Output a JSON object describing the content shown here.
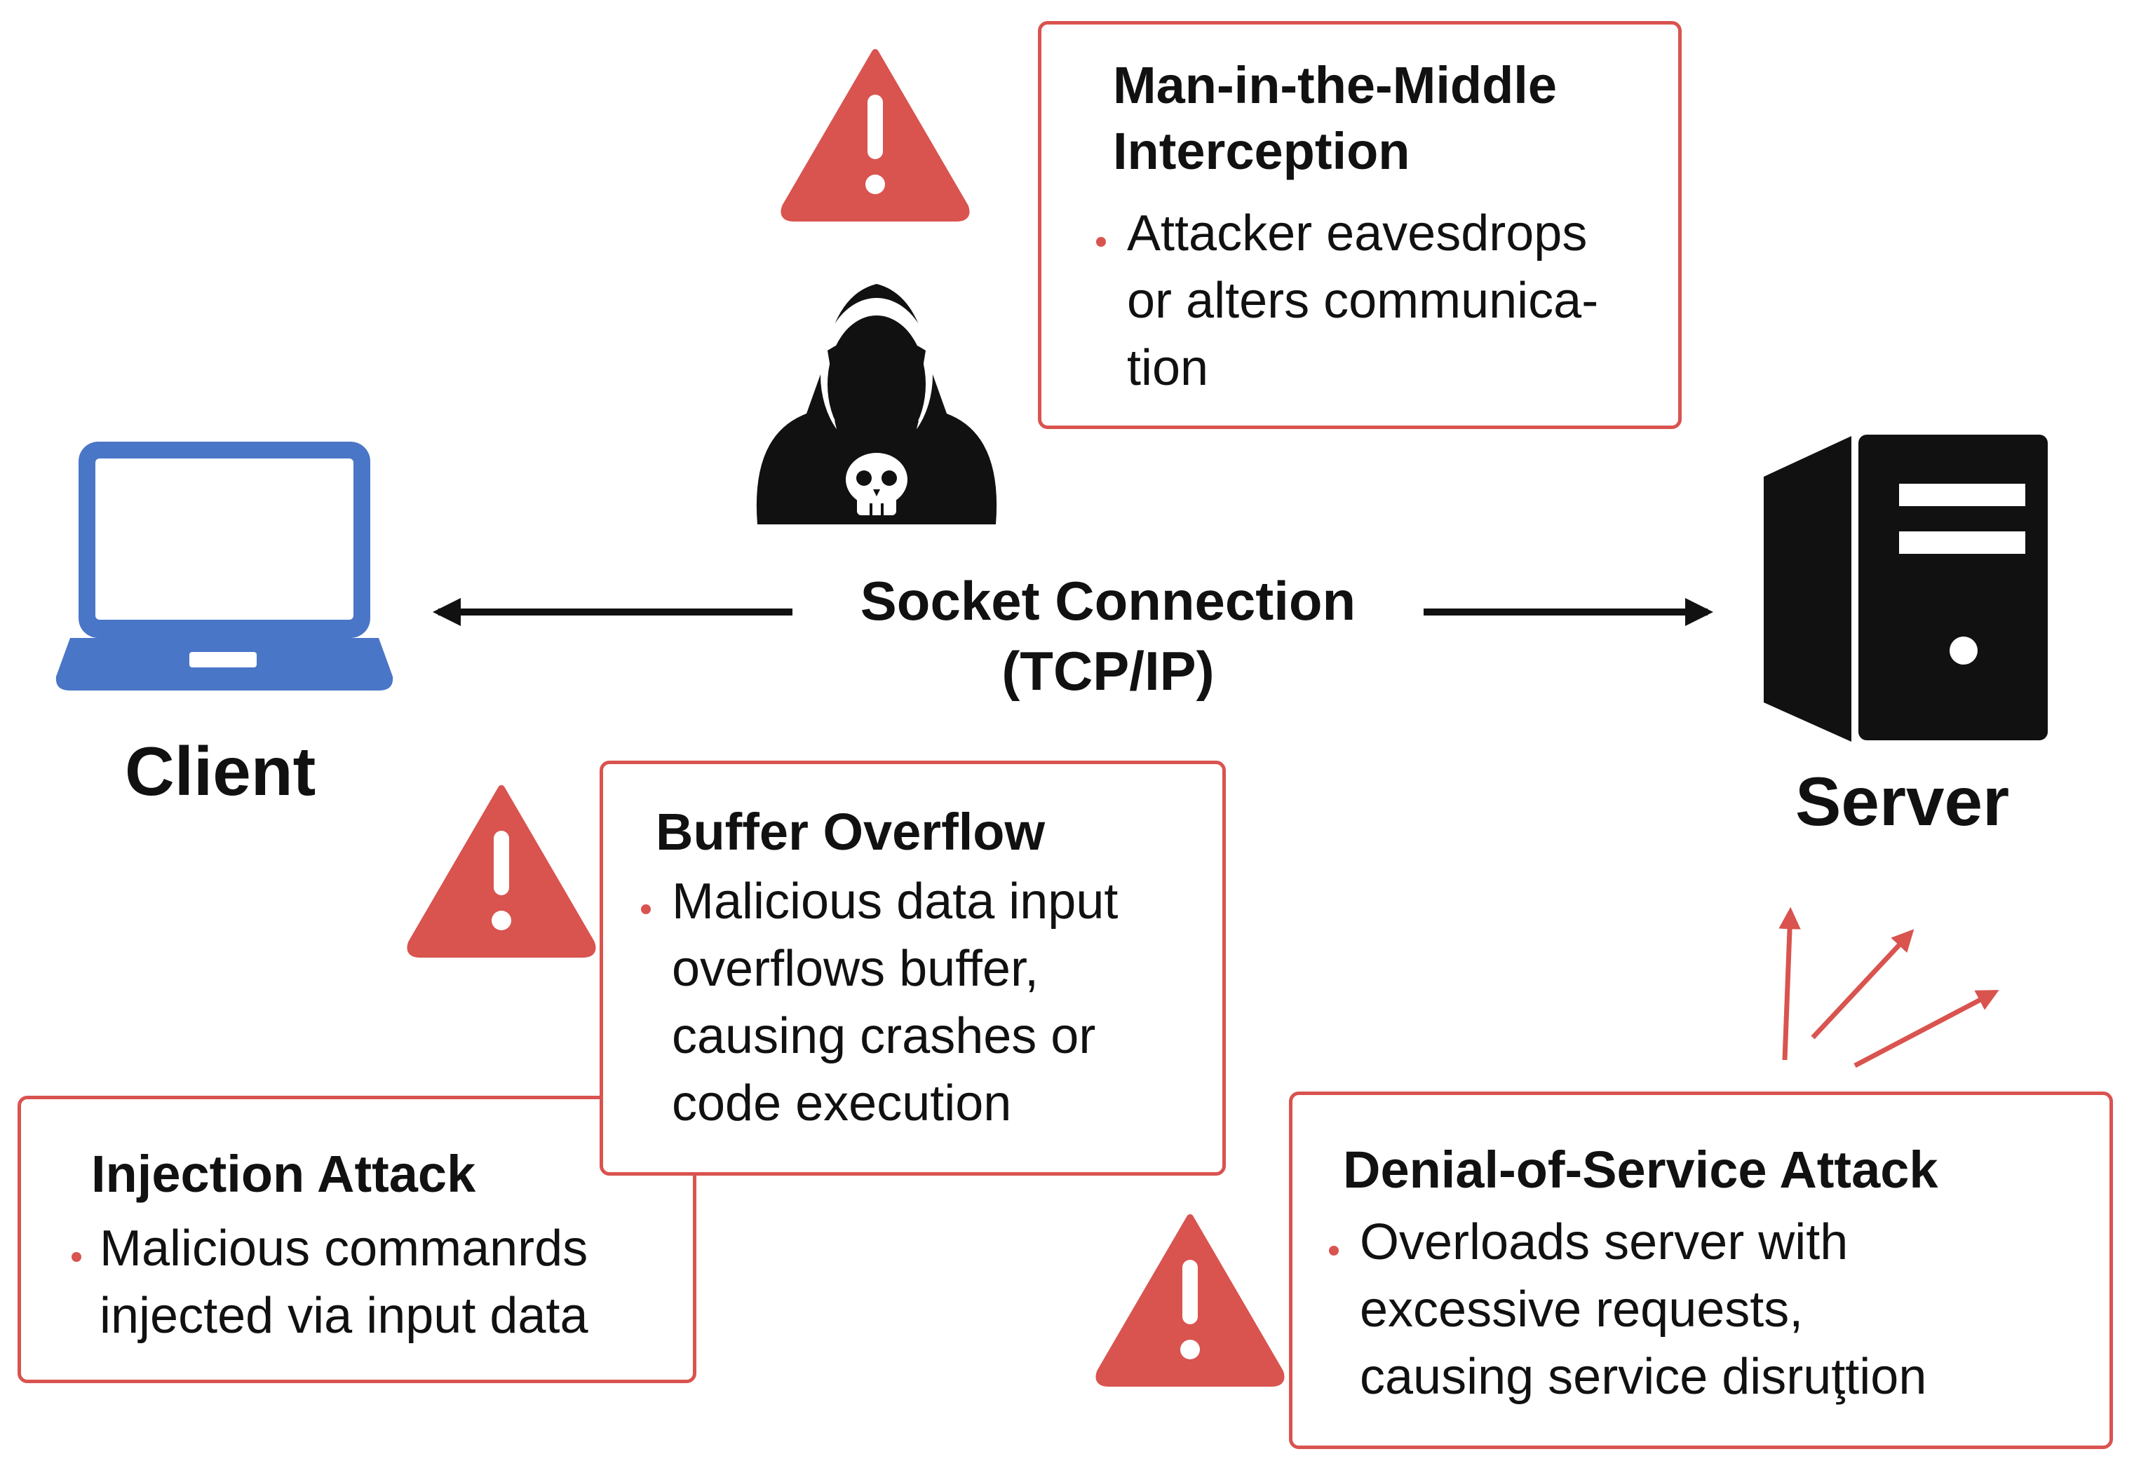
{
  "client": {
    "label": "Client",
    "icon": "laptop-icon"
  },
  "server": {
    "label": "Server",
    "icon": "server-tower-icon"
  },
  "connection": {
    "line1": "Socket Connection",
    "line2": "(TCP/IP)"
  },
  "attacker": {
    "icon": "hooded-hacker-icon"
  },
  "attacks": {
    "mitm": {
      "title_lines": [
        "Man-in-the-Middle",
        "Interception"
      ],
      "body_lines": [
        "Attacker eavesdrops",
        "or alters communica-",
        "tion"
      ]
    },
    "buffer": {
      "title_lines": [
        "Buffer Overflow"
      ],
      "body_lines": [
        "Malicious data input",
        "overflows buffer,",
        "causing crashes or",
        "code execution"
      ]
    },
    "injection": {
      "title_lines": [
        "Injection Attack"
      ],
      "body_lines": [
        "Malicious commanrds",
        "injected via input data"
      ]
    },
    "dos": {
      "title_lines": [
        "Denial-of-Service Attack"
      ],
      "body_lines": [
        "Overloads server with",
        "excessive requests,",
        "causing service disruţtion"
      ]
    }
  },
  "colors": {
    "alert_red": "#d9534f",
    "laptop_blue": "#4a76c7",
    "ink": "#111111"
  }
}
